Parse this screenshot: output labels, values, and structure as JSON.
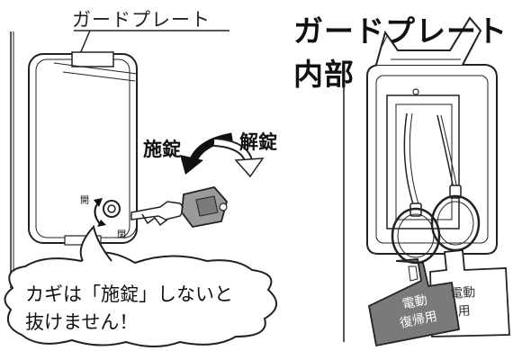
{
  "labels": {
    "guard_plate": "ガードプレート",
    "title": "ガードプレート内部",
    "lock": "施錠",
    "unlock": "解錠",
    "open": "開",
    "close": "閉"
  },
  "bubble": {
    "line1": "カギは「施錠」しないと",
    "line2": "抜けません！"
  },
  "tag": {
    "line1": "電動",
    "line2": "復帰用",
    "back_line1": "電動",
    "back_line2": "用"
  },
  "colors": {
    "line": "#222222",
    "tag_fill": "#7a7a7a",
    "key_fill": "#9a9a9a"
  }
}
